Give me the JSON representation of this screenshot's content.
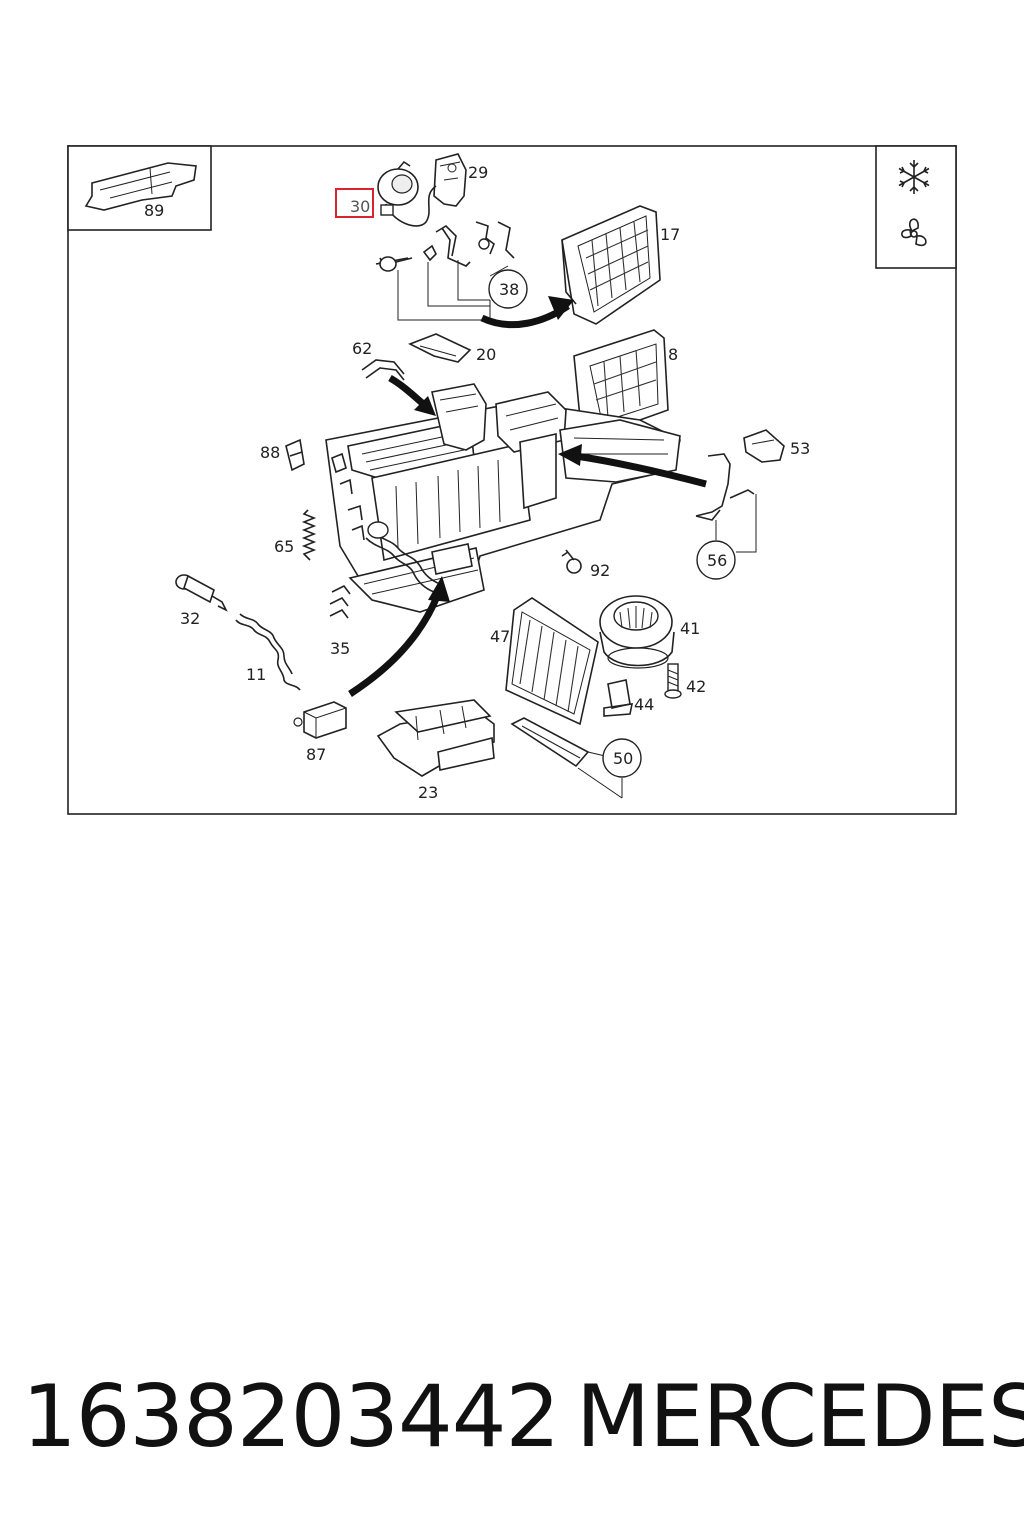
{
  "part_number": "1638203442",
  "brand": "MERCEDES",
  "highlight_color": "#d9232e",
  "highlighted_callout": "30",
  "callouts": {
    "c89": "89",
    "c29": "29",
    "c30": "30",
    "c17": "17",
    "c38": "38",
    "c62": "62",
    "c20": "20",
    "c8": "8",
    "c88": "88",
    "c53": "53",
    "c65": "65",
    "c56": "56",
    "c92": "92",
    "c32": "32",
    "c35": "35",
    "c47": "47",
    "c41": "41",
    "c11": "11",
    "c42": "42",
    "c44": "44",
    "c87": "87",
    "c50": "50",
    "c23": "23"
  },
  "icons": [
    "snowflake-icon",
    "fan-icon"
  ]
}
